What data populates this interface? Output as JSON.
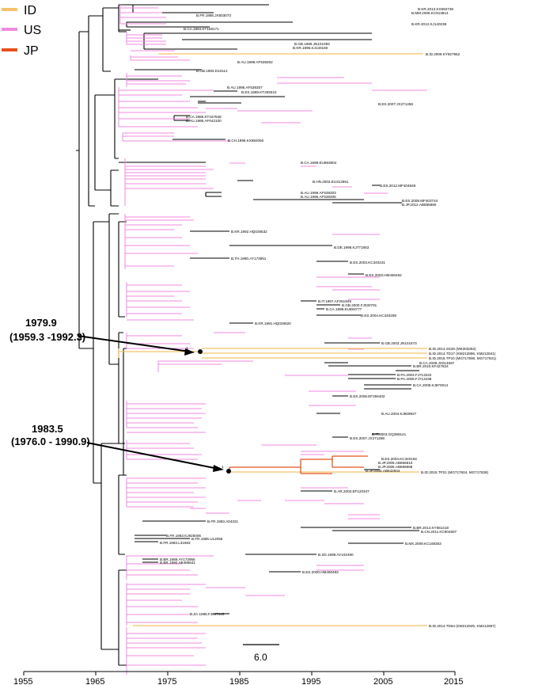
{
  "legend": [
    {
      "label": "ID",
      "color": "#f5c26b"
    },
    {
      "label": "US",
      "color": "#f08ae0"
    },
    {
      "label": "JP",
      "color": "#e8501a"
    }
  ],
  "colors": {
    "other": "#000000",
    "ID": "#f5c26b",
    "US": "#f08ae0",
    "JP": "#e8501a"
  },
  "node_annotations": [
    {
      "node_index": "1",
      "date": "1979.9",
      "range": "(1959.3 -1992.3)"
    },
    {
      "node_index": "1",
      "date": "1983.5",
      "range": "(1976.0 - 1990.9)"
    }
  ],
  "scale_bar": {
    "label": "6.0"
  },
  "time_axis": {
    "ticks": [
      "1955",
      "1965",
      "1975",
      "1985",
      "1995",
      "2005",
      "2015"
    ]
  },
  "tips": {
    "black": [
      {
        "label": "B.KR.2013.KX692738"
      },
      {
        "label": "B.MM.2009.KC913813"
      },
      {
        "label": "B.FR.1985.JX503073"
      },
      {
        "label": "B.KR.2012.KJ140238"
      },
      {
        "label": "B.CA.1984.KT168171"
      },
      {
        "label": "B.GB.1986.JN101083"
      },
      {
        "label": "B.KR.1996.KJ140160"
      },
      {
        "label": "B.AU.1999.AF538302"
      },
      {
        "label": "B.GB.1983.D10112"
      },
      {
        "label": "B.AU.1995.AF538307"
      },
      {
        "label": "B.ES.1989.KT259310"
      },
      {
        "label": "B.ES.2007.JX271458"
      },
      {
        "label": "B.CA.1985.KT167848"
      },
      {
        "label": "B.AU.1986.AF042100"
      },
      {
        "label": "B.CH.1995.KX692050"
      },
      {
        "label": "B.CA.1999.EU693804"
      },
      {
        "label": "B.HN.2003.EU312661"
      },
      {
        "label": "B.ES.2012.MF404848"
      },
      {
        "label": "B.AU.1999.AF538303"
      },
      {
        "label": "B.AU.1995.AF538305"
      },
      {
        "label": "B.ES.2008.MF403744"
      },
      {
        "label": "B.JP.2012.AB865880"
      },
      {
        "label": "B.KR.1992.HQ026632"
      },
      {
        "label": "B.DE.1998.KJ771853"
      },
      {
        "label": "B.TH.1990.AY173951"
      },
      {
        "label": "B.ES.2003.KC340231"
      },
      {
        "label": "B.ES.2003.HM460462"
      },
      {
        "label": "B.IT.1997.AF251949"
      },
      {
        "label": "B.GB.2000.FJ030791"
      },
      {
        "label": "B.CA.1998.EU693777"
      },
      {
        "label": "B.ES.2004.KC340259"
      },
      {
        "label": "B.KR.1991.HQ026620"
      },
      {
        "label": "B.GB.2003.JN101673"
      },
      {
        "label": "B.CA.2009.JX014697"
      },
      {
        "label": "B.BR.2010.KF427824"
      },
      {
        "label": "B.PA.2004.FJ713222"
      },
      {
        "label": "B.PA.2005.FJ713198"
      },
      {
        "label": "B.CA.2008.KJ870014"
      },
      {
        "label": "B.ES.2006.EF255402"
      },
      {
        "label": "B.AU.2004.KJ809927"
      },
      {
        "label": "B.IT.2003.GQ399141"
      },
      {
        "label": "B.ES.2007.JX271288"
      },
      {
        "label": "B.ES.2004.KC340192"
      },
      {
        "label": "B.JP.2005.AB866810"
      },
      {
        "label": "B.JP.2005.AB866588"
      },
      {
        "label": "B.JP.2004.AB642504"
      },
      {
        "label": "B.AR.2003.EF120347"
      },
      {
        "label": "B.FR.1983.A04321"
      },
      {
        "label": "B.BR.2014.KY581418"
      },
      {
        "label": "B.CN.2011.KC904507"
      },
      {
        "label": "B.FR.1983.KJ925006"
      },
      {
        "label": "B.FR.1985.U12055"
      },
      {
        "label": "B.FR.1983.L31963"
      },
      {
        "label": "B.MX.2009.KC168353"
      },
      {
        "label": "B.SD.1999.AY102490"
      },
      {
        "label": "B.BR.1989.AY173956"
      },
      {
        "label": "B.BR.1990.AB485641"
      },
      {
        "label": "B.ES.2000.HM460483"
      },
      {
        "label": "B.ZA.1985.FJ647145"
      }
    ],
    "ID": [
      {
        "label": "B.ID.2009.KY927962"
      },
      {
        "label": "B.ID.2014.SS26 (MK303353)"
      },
      {
        "label": "B.ID.2014.TD17 (KM212896, KM212841)"
      },
      {
        "label": "B.ID.2015.TP10 (MG717590, MG717631)"
      },
      {
        "label": "B.ID.2015.TP21 (MG717604, MG717638)"
      },
      {
        "label": "B.ID.2014.TD64 (KM212925, KM212867)"
      }
    ]
  }
}
